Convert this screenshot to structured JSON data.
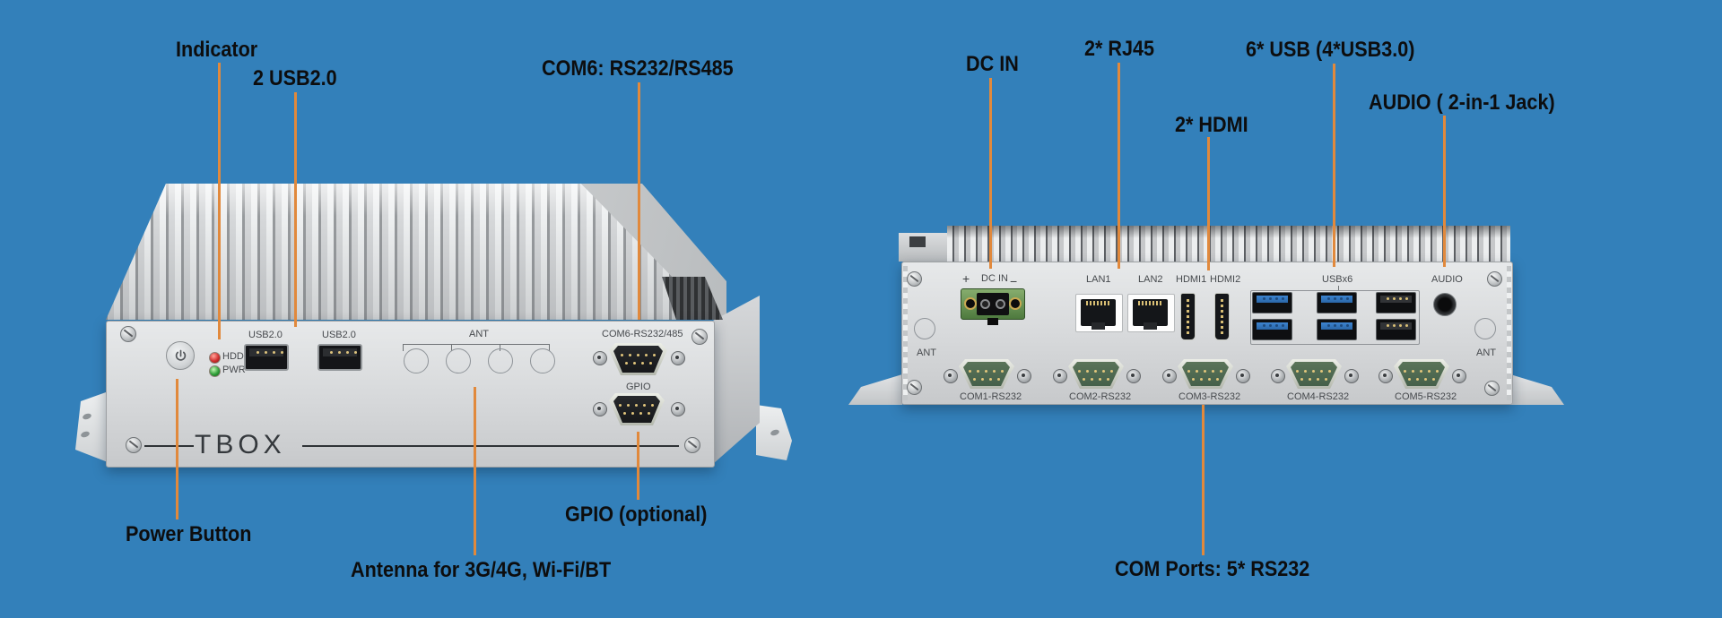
{
  "colors": {
    "background": "#3380BA",
    "leader": "#E1893C"
  },
  "front_view": {
    "callouts": {
      "indicator": "Indicator",
      "usb": "2 USB2.0",
      "com6": "COM6: RS232/RS485",
      "power_button": "Power Button",
      "antenna": "Antenna for 3G/4G, Wi-Fi/BT",
      "gpio": "GPIO (optional)"
    },
    "panel": {
      "hdd": "HDD",
      "pwr": "PWR",
      "usb1": "USB2.0",
      "usb2": "USB2.0",
      "ant": "ANT",
      "com6": "COM6-RS232/485",
      "gpio": "GPIO",
      "logo": "TBOX"
    }
  },
  "rear_view": {
    "callouts": {
      "dc_in": "DC IN",
      "rj45": "2* RJ45",
      "hdmi": "2* HDMI",
      "usb": "6* USB (4*USB3.0)",
      "audio": "AUDIO ( 2-in-1 Jack)",
      "com_ports": "COM Ports: 5* RS232"
    },
    "panel": {
      "dc_plus": "+",
      "dc_label": "DC IN",
      "dc_minus": "−",
      "lan1": "LAN1",
      "lan2": "LAN2",
      "hdmi1": "HDMI1",
      "hdmi2": "HDMI2",
      "usb_group": "USBx6",
      "audio": "AUDIO",
      "ant_left": "ANT",
      "ant_right": "ANT",
      "com_labels": [
        "COM1-RS232",
        "COM2-RS232",
        "COM3-RS232",
        "COM4-RS232",
        "COM5-RS232"
      ]
    }
  }
}
